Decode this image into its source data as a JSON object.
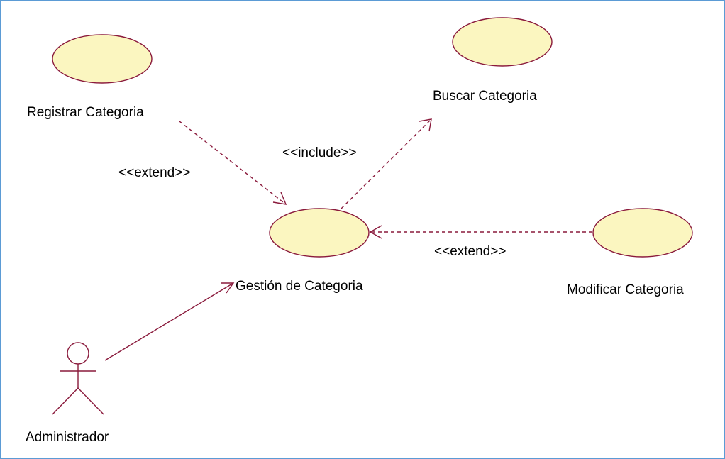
{
  "colors": {
    "usecase_fill": "#fbf6c0",
    "line": "#8a1a3c",
    "frame_border": "#5b9bd5"
  },
  "use_cases": {
    "registrar": "Registrar Categoria",
    "buscar": "Buscar Categoria",
    "gestion": "Gestión de Categoria",
    "modificar": "Modificar Categoria"
  },
  "actors": {
    "administrador": "Administrador"
  },
  "relations": {
    "registrar_extend": "<<extend>>",
    "buscar_include": "<<include>>",
    "modificar_extend": "<<extend>>"
  }
}
